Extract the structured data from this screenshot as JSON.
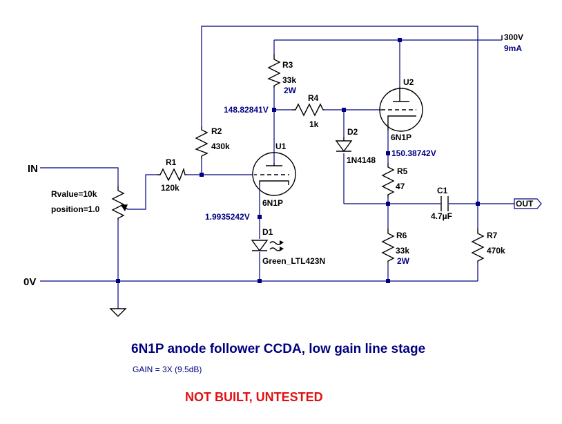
{
  "schematic": {
    "title": "6N1P anode follower CCDA, low gain line stage",
    "gain_note": "GAIN = 3X (9.5dB)",
    "status_note": "NOT BUILT, UNTESTED",
    "input_label": "IN",
    "ground_label": "0V",
    "output_label": "OUT",
    "supply": {
      "voltage": "300V",
      "current": "9mA"
    },
    "potentiometer": {
      "value": "Rvalue=10k",
      "position": "position=1.0"
    },
    "components": {
      "R1": {
        "name": "R1",
        "value": "120k"
      },
      "R2": {
        "name": "R2",
        "value": "430k"
      },
      "R3": {
        "name": "R3",
        "value": "33k",
        "rating": "2W"
      },
      "R4": {
        "name": "R4",
        "value": "1k"
      },
      "R5": {
        "name": "R5",
        "value": "47"
      },
      "R6": {
        "name": "R6",
        "value": "33k",
        "rating": "2W"
      },
      "R7": {
        "name": "R7",
        "value": "470k"
      },
      "C1": {
        "name": "C1",
        "value": "4.7µF"
      },
      "D1": {
        "name": "D1",
        "value": "Green_LTL423N"
      },
      "D2": {
        "name": "D2",
        "value": "1N4148"
      },
      "U1": {
        "name": "U1",
        "value": "6N1P"
      },
      "U2": {
        "name": "U2",
        "value": "6N1P"
      }
    },
    "node_voltages": {
      "u1_anode": "148.82841V",
      "u2_cathode": "150.38742V",
      "u1_cathode": "1.9935242V"
    },
    "colors": {
      "wire": "#000080",
      "component": "#000000",
      "title": "#00007f",
      "warning": "#e01010"
    }
  }
}
